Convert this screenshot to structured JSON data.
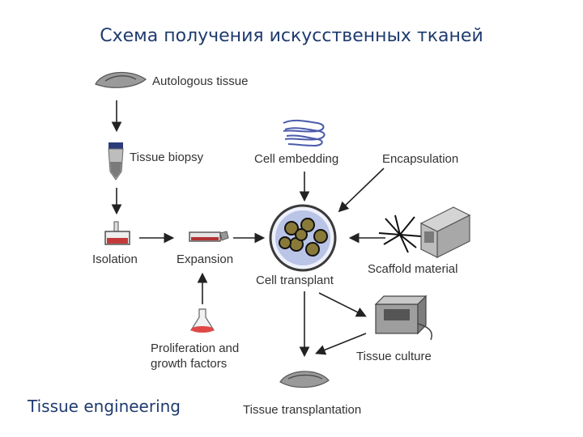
{
  "title": "Схема получения искусственных тканей",
  "footer": "Tissue engineering",
  "labels": {
    "autologous": "Autologous tissue",
    "biopsy": "Tissue biopsy",
    "isolation": "Isolation",
    "expansion": "Expansion",
    "embedding": "Cell embedding",
    "encapsulation": "Encapsulation",
    "transplant": "Cell transplant",
    "scaffold": "Scaffold material",
    "prolif1": "Proliferation and",
    "prolif2": "growth factors",
    "culture": "Tissue culture",
    "transplantation": "Tissue transplantation"
  }
}
